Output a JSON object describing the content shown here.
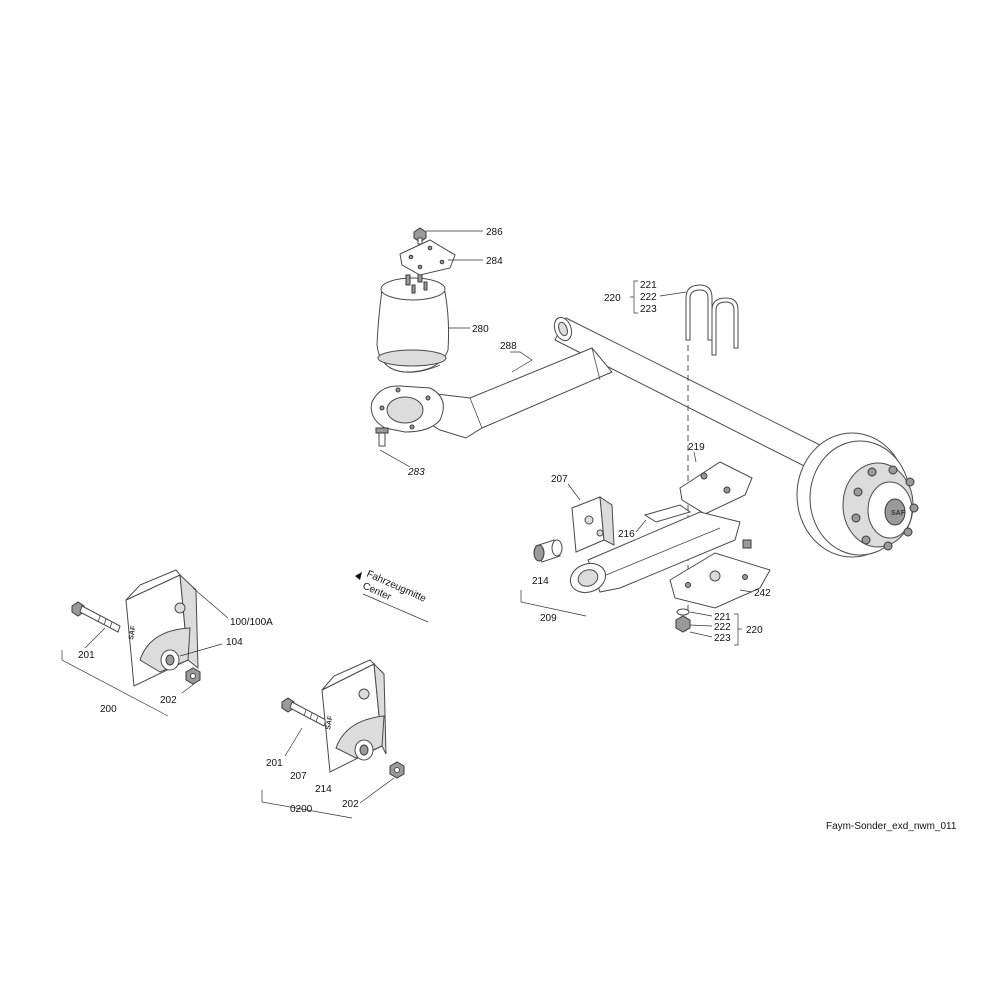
{
  "labels": {
    "l286": "286",
    "l284": "284",
    "l280": "280",
    "l288": "288",
    "l283": "283",
    "l220_top": "220",
    "l221_top": "221",
    "l222_top": "222",
    "l223_top": "223",
    "l219": "219",
    "l207_right": "207",
    "l216": "216",
    "l214_right": "214",
    "l209": "209",
    "l242": "242",
    "l221_bot": "221",
    "l222_bot": "222",
    "l223_bot": "223",
    "l220_bot": "220",
    "l201_a": "201",
    "l100": "100/100A",
    "l104": "104",
    "l202_a": "202",
    "l200": "200",
    "l201_b": "201",
    "l207_left": "207",
    "l214_left": "214",
    "l0200": "0200",
    "l202_b": "202"
  },
  "direction_arrow": {
    "line1": "Fahrzeugmitte",
    "line2": "Center"
  },
  "brand_marks": [
    "SAF",
    "SAF",
    "SAF"
  ],
  "drawing_id": "Faym-Sonder_exd_nwm_011"
}
